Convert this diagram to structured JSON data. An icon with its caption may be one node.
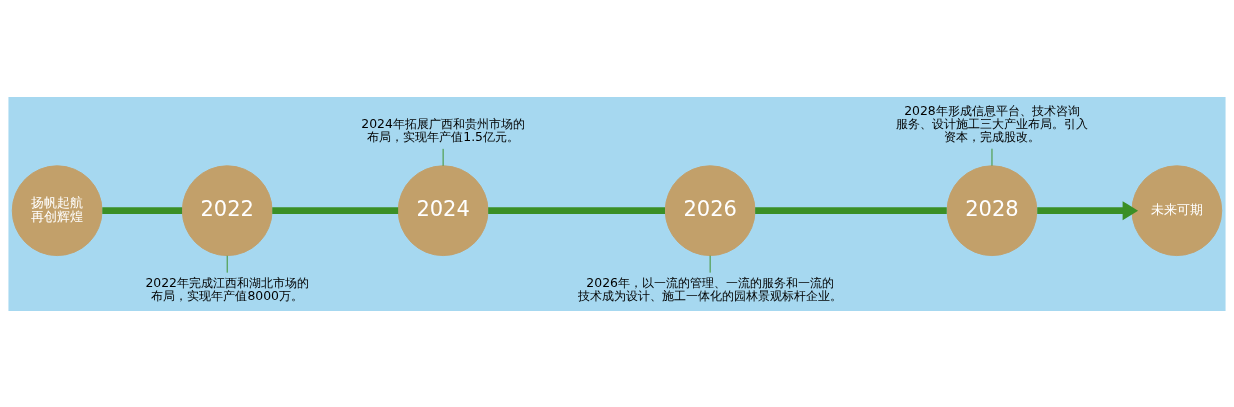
{
  "diagram": {
    "nodes": [
      {
        "text": [
          "扬帆起航再创辉煌"
        ]
      },
      {
        "text": [
          "2022"
        ]
      },
      {
        "text": [
          "2024"
        ]
      },
      {
        "text": [
          "2026"
        ]
      },
      {
        "text": [
          "2028"
        ]
      },
      {
        "text": [
          "未来可期"
        ]
      },
      {
        "text": [
          "2022年完成江西和湖北市场的布局，实现年产值8000万。"
        ]
      },
      {
        "text": [
          "2024年拓展广西和贵州市场的布局，实现年产值1.5亿元。"
        ]
      },
      {
        "text": [
          "2026年，以一流的管理、一流的服务和一流的技术成为设计、施工一体化的园林景观标杆企业。"
        ]
      },
      {
        "text": [
          "2028年形成信息平台、技术咨询服务、设计施工三大产业布局。引入资本，完成股改。"
        ]
      }
    ],
    "edges": [
      {
        "from": 0,
        "to": 1,
        "arrow": "none"
      },
      {
        "from": 1,
        "to": 2,
        "arrow": "none"
      },
      {
        "from": 2,
        "to": 3,
        "arrow": "none"
      },
      {
        "from": 3,
        "to": 4,
        "arrow": "none"
      },
      {
        "from": 4,
        "to": 5,
        "arrow": "to"
      },
      {
        "from": 1,
        "to": 6,
        "arrow": "none"
      },
      {
        "from": 2,
        "to": 7,
        "arrow": "none"
      },
      {
        "from": 3,
        "to": 8,
        "arrow": "none"
      },
      {
        "from": 4,
        "to": 9,
        "arrow": "none"
      }
    ]
  }
}
